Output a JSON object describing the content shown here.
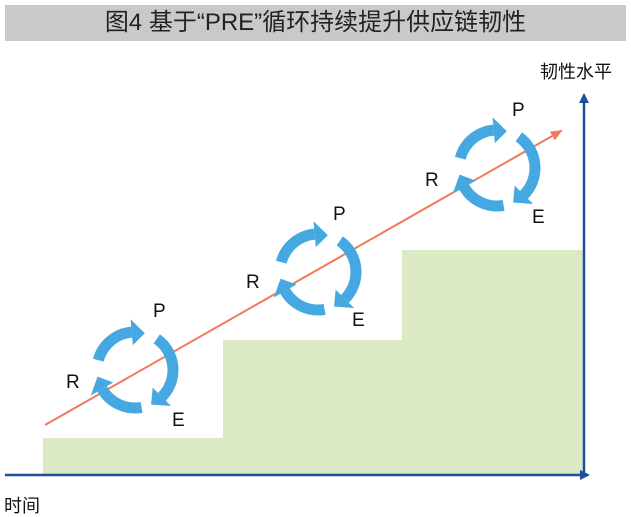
{
  "title": "图4 基于“PRE”循环持续提升供应链韧性",
  "y_axis_label": "韧性水平",
  "x_axis_label": "时间",
  "cycles": [
    {
      "p": "P",
      "r": "R",
      "e": "E"
    },
    {
      "p": "P",
      "r": "R",
      "e": "E"
    },
    {
      "p": "P",
      "r": "R",
      "e": "E"
    }
  ],
  "colors": {
    "axis": "#1f4e9a",
    "trend": "#f07a5a",
    "cycle": "#45a8e0",
    "step": "#dbe9c4",
    "title_bg": "#c9c9c9"
  }
}
